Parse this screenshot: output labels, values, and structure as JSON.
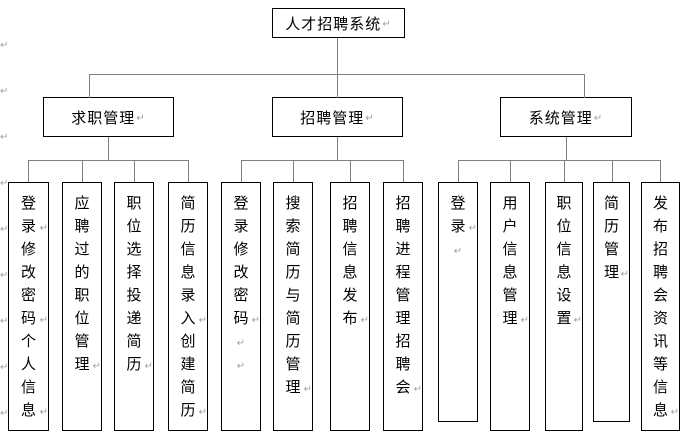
{
  "pilcrow": "↵",
  "colors": {
    "background": "#ffffff",
    "box_border": "#000000",
    "connector_line": "#808080",
    "paragraph_mark": "#9aa0a6",
    "text": "#000000"
  },
  "root": {
    "label": "人才招聘系统"
  },
  "branches": [
    {
      "label": "求职管理",
      "children": [
        {
          "label": "登录修改密码个人信息",
          "chars": [
            "登",
            "录↵",
            "修",
            "改",
            "密",
            "码↵",
            "个",
            "人",
            "信",
            "息↵"
          ]
        },
        {
          "label": "应聘过的职位管理",
          "chars": [
            "应",
            "聘",
            "过",
            "的",
            "职",
            "位",
            "管",
            "理↵"
          ]
        },
        {
          "label": "职位选择投递简历",
          "chars": [
            "职",
            "位",
            "选",
            "择",
            "投",
            "递",
            "简",
            "历↵"
          ]
        },
        {
          "label": "简历信息录入创建简历",
          "chars": [
            "简",
            "历",
            "信",
            "息",
            "录",
            "入↵",
            "创",
            "建",
            "简",
            "历↵"
          ]
        }
      ]
    },
    {
      "label": "招聘管理",
      "children": [
        {
          "label": "登录修改密码",
          "chars": [
            "登",
            "录",
            "修",
            "改",
            "密",
            "码↵",
            "↵",
            "↵"
          ]
        },
        {
          "label": "搜索简历与简历管理",
          "chars": [
            "搜",
            "索",
            "简",
            "历",
            "与",
            "简",
            "历",
            "管",
            "理↵"
          ]
        },
        {
          "label": "招聘信息发布",
          "chars": [
            "招",
            "聘",
            "信",
            "息",
            "发",
            "布↵"
          ]
        },
        {
          "label": "招聘进程管理招聘会",
          "chars": [
            "招",
            "聘",
            "进",
            "程",
            "管",
            "理",
            "招",
            "聘",
            "会↵"
          ]
        }
      ]
    },
    {
      "label": "系统管理",
      "children": [
        {
          "label": "登录",
          "chars": [
            "登",
            "录↵",
            "↵"
          ]
        },
        {
          "label": "用户信息管理",
          "chars": [
            "用",
            "户",
            "信",
            "息",
            "管",
            "理↵"
          ]
        },
        {
          "label": "职位信息设置",
          "chars": [
            "职",
            "位",
            "信",
            "息",
            "设",
            "置↵"
          ]
        },
        {
          "label": "简历管理",
          "chars": [
            "简",
            "历",
            "管",
            "理↵"
          ]
        },
        {
          "label": "发布招聘会资讯等信息",
          "chars": [
            "发",
            "布",
            "招",
            "聘",
            "会",
            "资",
            "讯",
            "等",
            "信",
            "息↵"
          ]
        }
      ]
    }
  ],
  "margin_mark_count": 9
}
